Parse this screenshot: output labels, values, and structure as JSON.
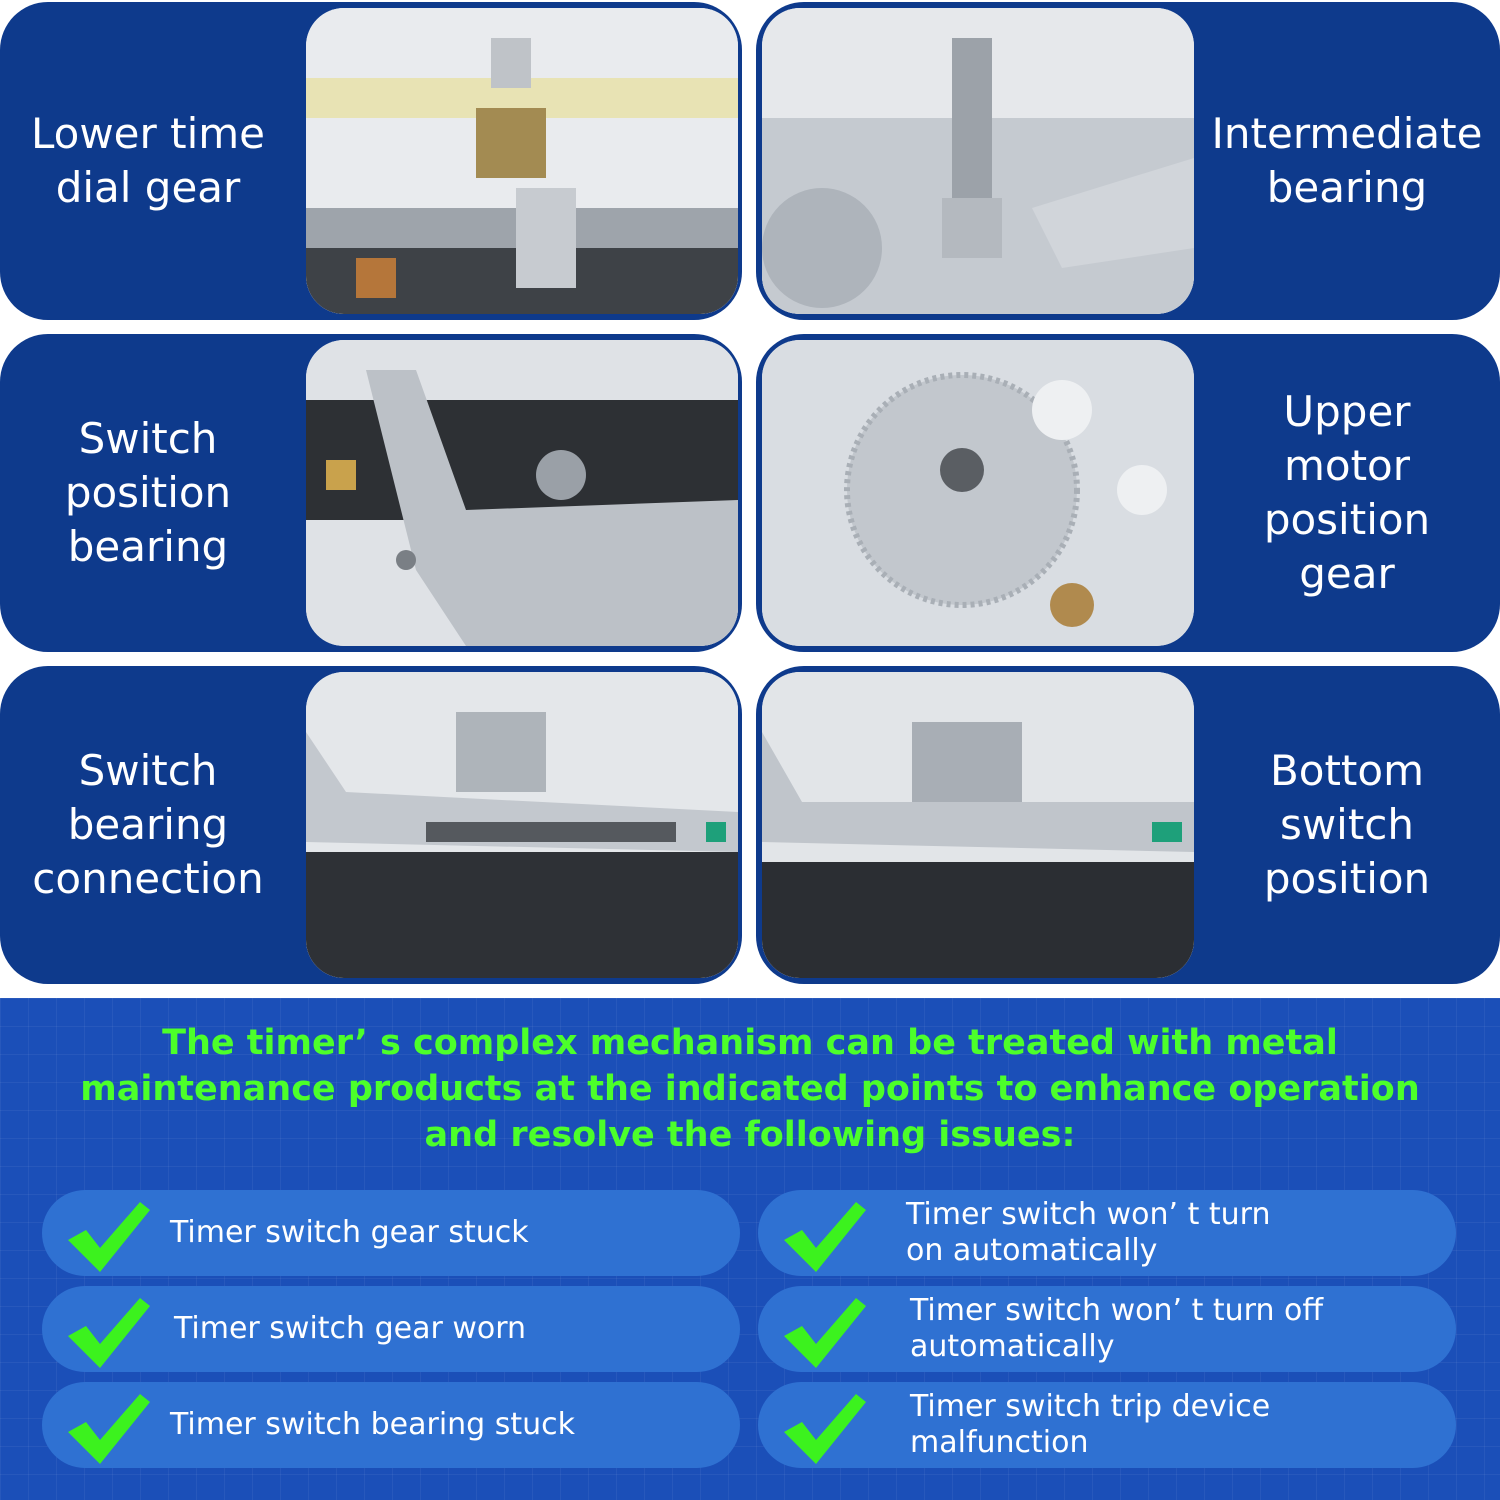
{
  "cards": [
    {
      "label": "Lower time\ndial gear"
    },
    {
      "label": "Intermediate\nbearing"
    },
    {
      "label": "Switch\nposition\nbearing"
    },
    {
      "label": "Upper\nmotor\nposition\ngear"
    },
    {
      "label": "Switch\nbearing\nconnection"
    },
    {
      "label": "Bottom\nswitch\nposition"
    }
  ],
  "headline": "The timer’ s complex mechanism can be treated with metal\nmaintenance products at the indicated points to enhance operation\nand resolve the following issues:",
  "issues": [
    {
      "text": "Timer switch gear stuck"
    },
    {
      "text": "Timer switch won’ t turn\non  automatically"
    },
    {
      "text": "Timer switch gear worn"
    },
    {
      "text": "Timer switch won’ t turn off\nautomatically"
    },
    {
      "text": "Timer switch bearing stuck"
    },
    {
      "text": "Timer switch trip device\nmalfunction"
    }
  ],
  "colors": {
    "panel": "#0e3a8c",
    "background": "#1b4fb8",
    "pill": "#2f71d2",
    "headline": "#4cff2a",
    "check": "#3cf21e"
  },
  "icons": [
    "check-icon"
  ]
}
